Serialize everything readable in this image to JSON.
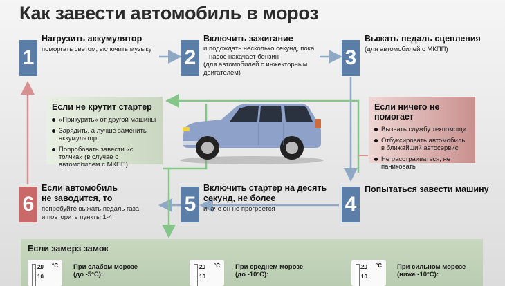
{
  "title": "Как завести автомобиль в мороз",
  "steps": [
    {
      "number": "1",
      "title": "Нагрузить аккумулятор",
      "subtitle": "поморгать светом, включить музыку"
    },
    {
      "number": "2",
      "title": "Включить зажигание",
      "subtitle_lines": [
        "и подождать несколько секунд, пока",
        "насос накачает бензин",
        "(для автомобилей с инжекторным",
        "двигателем)"
      ]
    },
    {
      "number": "3",
      "title": "Выжать педаль сцепления",
      "subtitle": "(для автомобилей с МКПП)"
    },
    {
      "number": "4",
      "title": "Попытаться завести машину"
    },
    {
      "number": "5",
      "title_lines": [
        "Включить стартер на десять",
        "секунд, не более"
      ],
      "subtitle": "иначе он не прогреется"
    },
    {
      "number": "6",
      "title_lines": [
        "Если автомобиль",
        "не заводится, то"
      ],
      "subtitle_lines": [
        "попробуйте выжать педаль газа",
        "и повторить пункты 1-4"
      ]
    }
  ],
  "starter_panel": {
    "title": "Если не крутит стартер",
    "items": [
      "«Прикурить» от другой машины",
      "Зарядить, а лучше заменить аккумулятор",
      "Попробовать завести «с толчка» (в случае с автомобилем с МКПП)"
    ]
  },
  "nothing_panel": {
    "title": "Если ничего не помогает",
    "items": [
      "Вызвать службу техпомощи",
      "Отбуксировать автомобиль в ближайший автосервис",
      "Не расстраиваться, не паниковать"
    ]
  },
  "lock_section": {
    "title": "Если замерз замок",
    "thermometers": [
      {
        "ticks": [
          "20",
          "10"
        ],
        "unit": "°C",
        "condition_lines": [
          "При слабом морозе",
          "(до -5°С):"
        ]
      },
      {
        "ticks": [
          "20",
          "10"
        ],
        "unit": "°C",
        "condition_lines": [
          "При среднем морозе",
          "(до -10°С):"
        ]
      },
      {
        "ticks": [
          "20",
          "10"
        ],
        "unit": "°C",
        "condition_lines": [
          "При сильном морозе",
          "(ниже -10°С):"
        ]
      }
    ]
  },
  "colors": {
    "step_blue": "#5a7ea8",
    "step_red": "#c9696a",
    "arrow_blue": "#8fa8c4",
    "arrow_red": "#d89090",
    "arrow_green": "#86c58a",
    "car_body": "#8ea1c8"
  }
}
